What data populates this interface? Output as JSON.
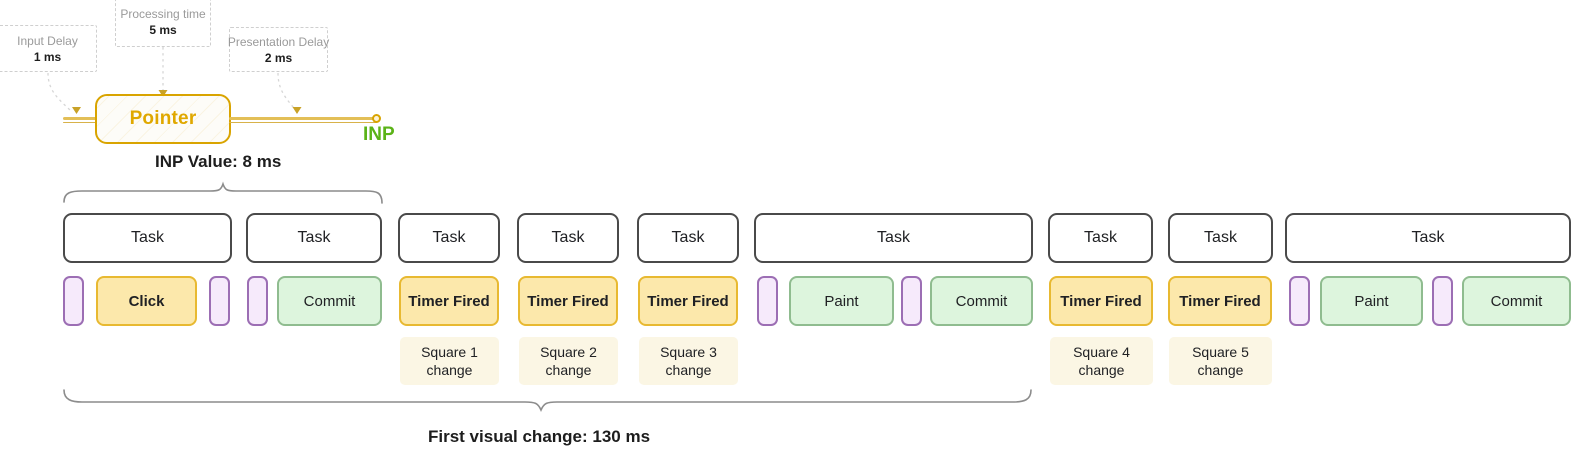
{
  "diagram": {
    "title_annotations": [
      {
        "name": "input-delay",
        "label": "Input Delay",
        "value": "1 ms"
      },
      {
        "name": "processing-time",
        "label": "Processing time",
        "value": "5 ms"
      },
      {
        "name": "presentation-delay",
        "label": "Presentation Delay",
        "value": "2 ms"
      }
    ],
    "pointer": {
      "label": "Pointer"
    },
    "inp_marker": {
      "label": "INP"
    },
    "inp_caption": "INP Value: 8 ms",
    "bottom_caption": "First visual change: 130 ms",
    "tasks": [
      {
        "label": "Task"
      },
      {
        "label": "Task"
      },
      {
        "label": "Task"
      },
      {
        "label": "Task"
      },
      {
        "label": "Task"
      },
      {
        "label": "Task"
      },
      {
        "label": "Task"
      },
      {
        "label": "Task"
      },
      {
        "label": "Task"
      }
    ],
    "events": [
      {
        "label": "",
        "kind": "purple"
      },
      {
        "label": "Click",
        "kind": "yellow"
      },
      {
        "label": "",
        "kind": "purple"
      },
      {
        "label": "",
        "kind": "purple"
      },
      {
        "label": "Commit",
        "kind": "green"
      },
      {
        "label": "Timer Fired",
        "kind": "yellow"
      },
      {
        "label": "Timer Fired",
        "kind": "yellow"
      },
      {
        "label": "Timer Fired",
        "kind": "yellow"
      },
      {
        "label": "",
        "kind": "purple"
      },
      {
        "label": "Paint",
        "kind": "green"
      },
      {
        "label": "",
        "kind": "purple"
      },
      {
        "label": "Commit",
        "kind": "green"
      },
      {
        "label": "Timer Fired",
        "kind": "yellow"
      },
      {
        "label": "Timer Fired",
        "kind": "yellow"
      },
      {
        "label": "",
        "kind": "purple"
      },
      {
        "label": "Paint",
        "kind": "green"
      },
      {
        "label": "",
        "kind": "purple"
      },
      {
        "label": "Commit",
        "kind": "green"
      }
    ],
    "notes": [
      {
        "line1": "Square 1",
        "line2": "change"
      },
      {
        "line1": "Square 2",
        "line2": "change"
      },
      {
        "line1": "Square 3",
        "line2": "change"
      },
      {
        "line1": "Square 4",
        "line2": "change"
      },
      {
        "line1": "Square 5",
        "line2": "change"
      }
    ],
    "colors": {
      "yellow_border": "#e8b931",
      "yellow_fill": "#fce8ab",
      "green_border": "#8fbc8f",
      "green_fill": "#ddf5dd",
      "purple_border": "#9c6eb4",
      "purple_fill": "#f6eafb",
      "task_border": "#4a4a4a",
      "note_fill": "#fbf6e4",
      "pointer_accent": "#d9a400",
      "inp_green": "#5bb318",
      "brace_gray": "#8c8c8c"
    }
  }
}
